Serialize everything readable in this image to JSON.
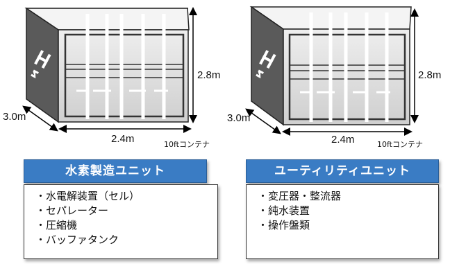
{
  "left_unit": {
    "height": "2.8m",
    "depth": "3.0m",
    "width": "2.4m",
    "container": "10ftコンテナ",
    "title": "水素製造ユニット",
    "items": [
      "水電解装置（セル）",
      "セパレーター",
      "圧縮機",
      "バッファタンク"
    ],
    "logo_text": "H2"
  },
  "right_unit": {
    "height": "2.8m",
    "depth": "3.0m",
    "width": "2.4m",
    "container": "10ftコンテナ",
    "title": "ユーティリティユニット",
    "items": [
      "変圧器・整流器",
      "純水装置",
      "操作盤類"
    ],
    "logo_text": "H2"
  },
  "colors": {
    "header_blue": "#3a7cc4",
    "container_front": "#e8e8e8",
    "container_side": "#555555",
    "container_top": "#f2f2f2"
  }
}
